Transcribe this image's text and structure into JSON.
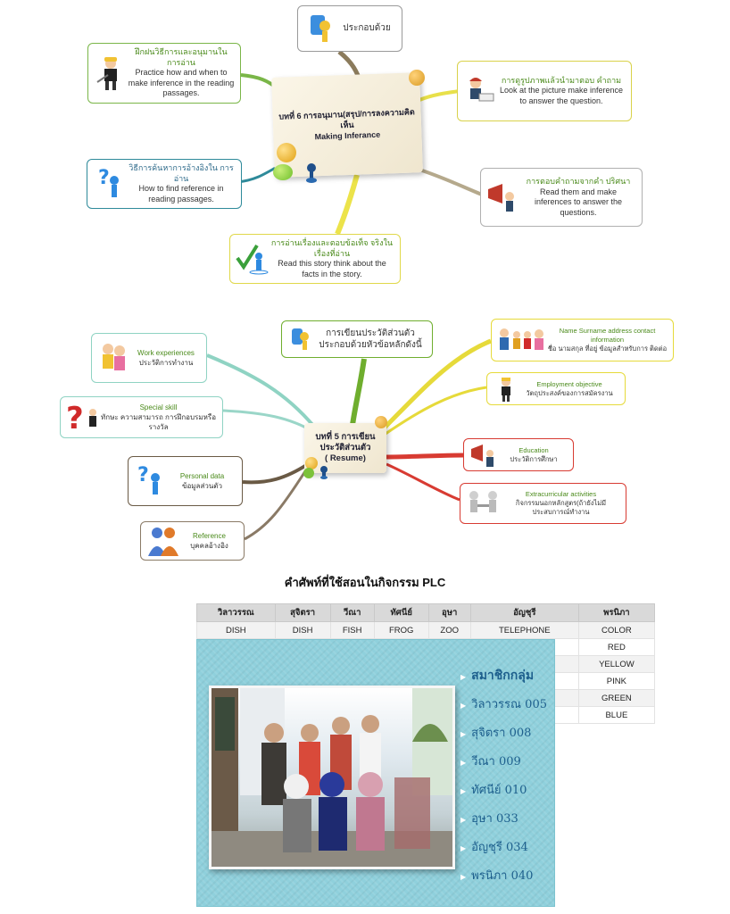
{
  "mindmap1": {
    "center": {
      "th": "บทที่ 6 การอนุมาน(สรุป/การลงความคิดเห็น",
      "en": "Making Inferance"
    },
    "top": {
      "th": "ประกอบด้วย"
    },
    "left_top": {
      "th": "ฝึกฝนวิธีการและอนุมานใน การอ่าน",
      "en": "Practice how and when to make inference in the reading passages."
    },
    "right_top": {
      "th": "การดูรูปภาพแล้วนำมาตอบ คำถาม",
      "en": "Look at the picture make inference to answer the question."
    },
    "left_mid": {
      "th": "วิธีการค้นหาการอ้างอิงใน การอ่าน",
      "en": "How to find reference in reading passages."
    },
    "right_mid": {
      "th": "การตอบคำถามจากคำ ปริศนา",
      "en": "Read them and make inferences to answer the questions."
    },
    "bottom": {
      "th": "การอ่านเรื่องและตอบข้อเท็จ จริงในเรื่องที่อ่าน",
      "en": "Read this story think about the facts in the story."
    },
    "colors": {
      "brown": "#8b7b5c",
      "green": "#7ab648",
      "yellow": "#e8e04a",
      "teal": "#2e8a9a"
    }
  },
  "mindmap2": {
    "center": {
      "line1": "บทที่ 5 การเขียน",
      "line2": "ประวัติส่วนตัว",
      "line3": "( Resume)"
    },
    "top": {
      "line1": "การเขียนประวัติส่วนตัว",
      "line2": "ประกอบด้วยหัวข้อหลักดังนี้"
    },
    "work": {
      "en": "Work experiences",
      "th": "ประวัติการทำงาน"
    },
    "skill": {
      "en": "Special skill",
      "th": "ทักษะ ความสามารถ การฝึกอบรมหรือ รางวัล"
    },
    "personal": {
      "en": "Personal data",
      "th": "ข้อมูลส่วนตัว"
    },
    "reference": {
      "en": "Reference",
      "th": "บุคคลอ้างอิง"
    },
    "name": {
      "en": "Name Surname address contact information",
      "th": "ชื่อ นามสกุล ที่อยู่ ข้อมูลสำหรับการ ติดต่อ"
    },
    "objective": {
      "en": "Employment objective",
      "th": "วัตถุประสงค์ของการสมัครงาน"
    },
    "education": {
      "en": "Education",
      "th": "ประวัติการศึกษา"
    },
    "extra": {
      "en": "Extracurricular activities",
      "th": "กิจกรรมนอกหลักสูตร(ถ้ายังไม่มี ประสบการณ์ทำงาน"
    }
  },
  "vocab": {
    "title": "คำศัพท์ที่ใช้สอนในกิจกรรม PLC",
    "headers": [
      "วิลาวรรณ",
      "สุจิตรา",
      "วีณา",
      "ทัศนีย์",
      "อุษา",
      "อัญชุรี",
      "พรนิภา"
    ],
    "row1": [
      "DISH",
      "DISH",
      "FISH",
      "FROG",
      "ZOO",
      "TELEPHONE",
      "COLOR"
    ],
    "extra_col": [
      "RED",
      "YELLOW",
      "PINK",
      "GREEN",
      "BLUE"
    ]
  },
  "members": {
    "title": "สมาชิกกลุ่ม",
    "list": [
      "วิลาวรรณ 005",
      "สุจิตรา 008",
      "วีณา 009",
      "ทัศนีย์ 010",
      "อุษา 033",
      "อัญชุรี 034",
      "พรนิภา 040"
    ]
  }
}
